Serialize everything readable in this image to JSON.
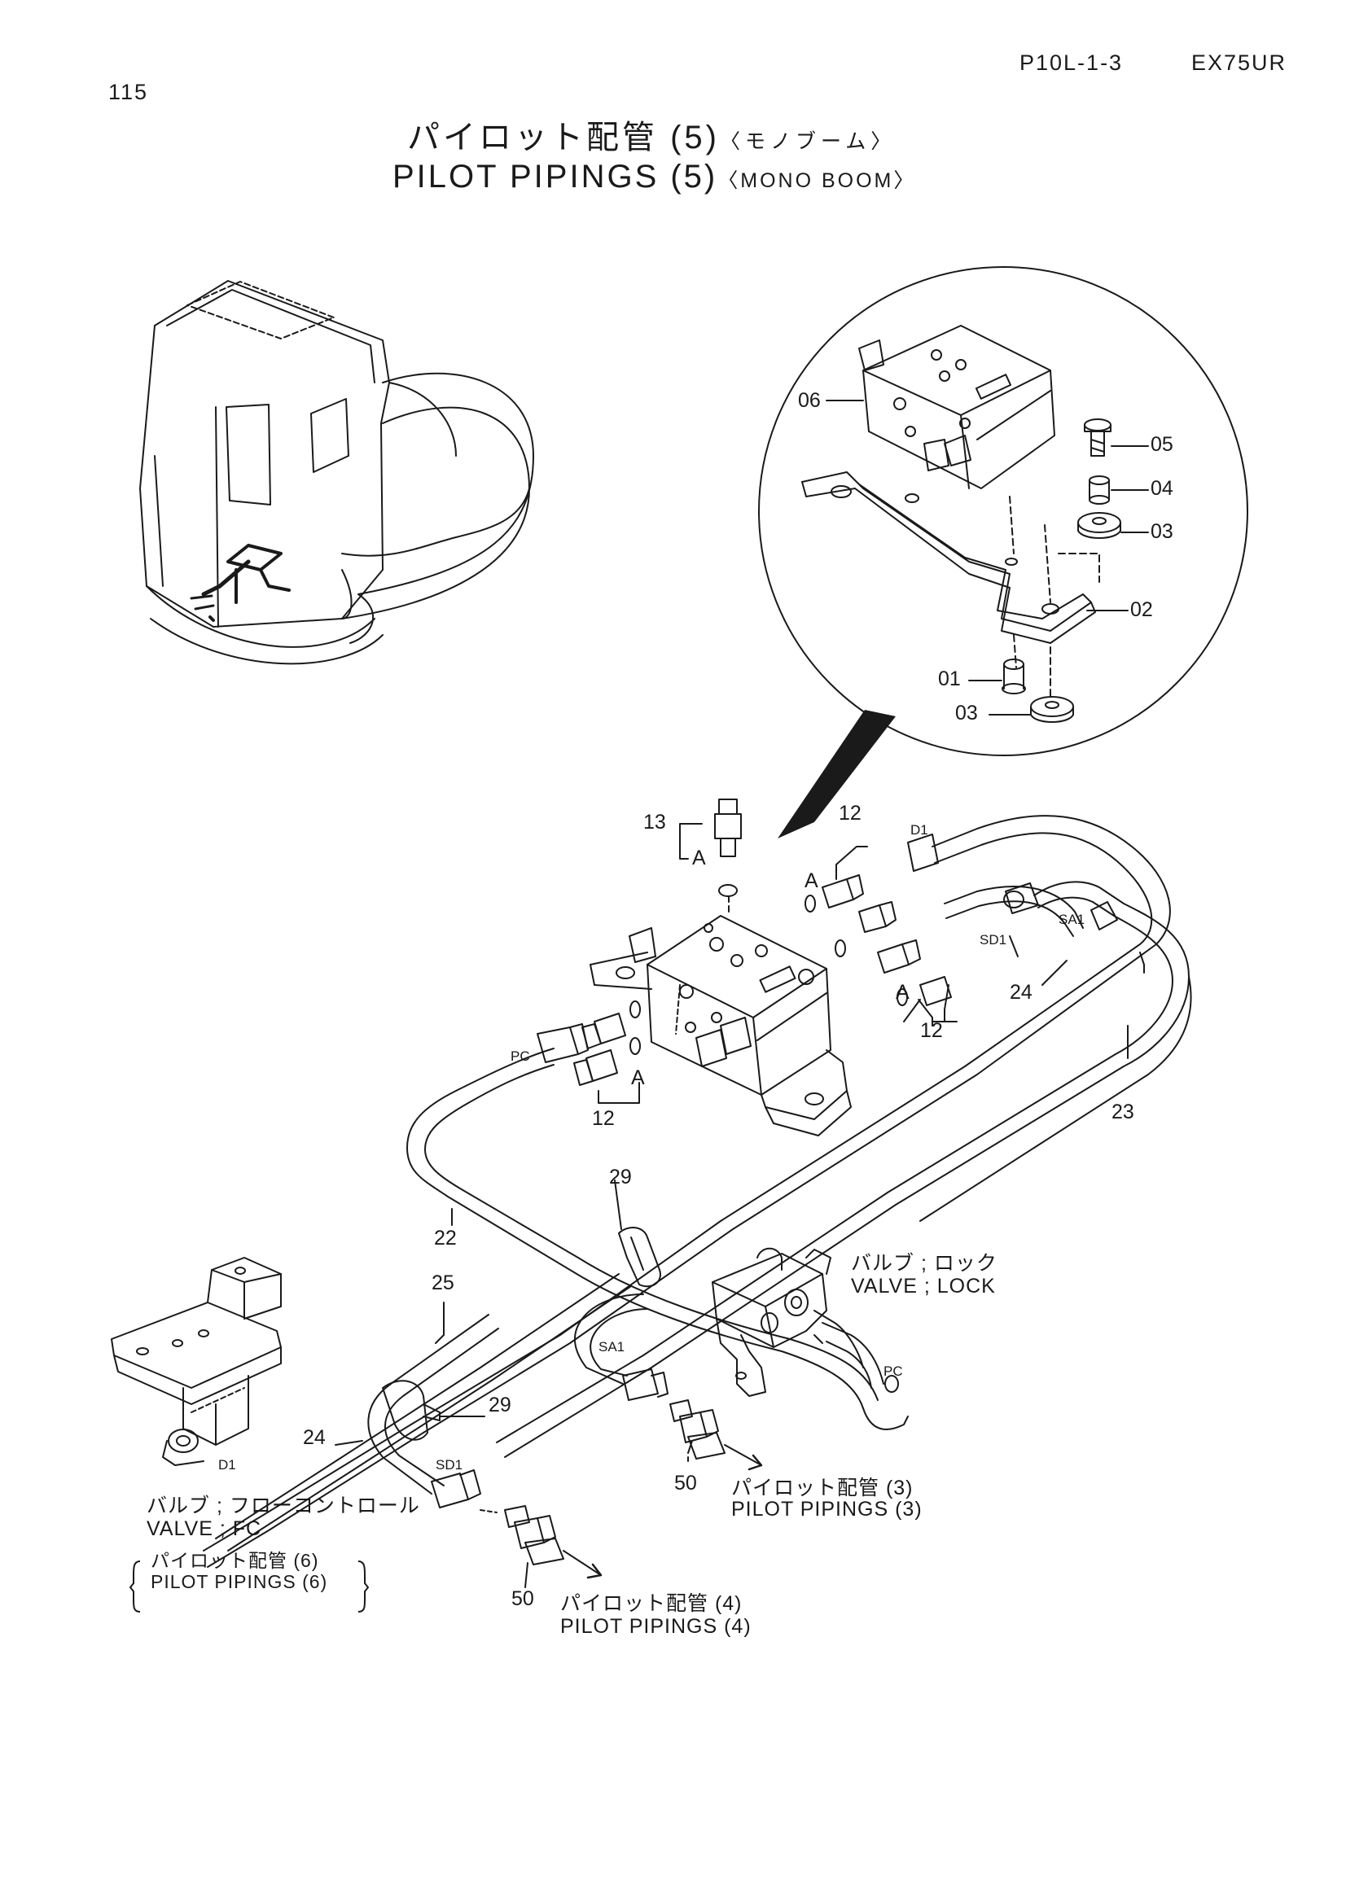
{
  "header": {
    "page_number": "115",
    "code": "P10L-1-3",
    "model": "EX75UR"
  },
  "title": {
    "jp": "パイロット配管 (5)",
    "jp_sub": "〈モノブーム〉",
    "en": "PILOT PIPINGS (5)",
    "en_sub": "〈MONO BOOM〉"
  },
  "callouts": {
    "p01": "01",
    "p02": "02",
    "p03a": "03",
    "p03b": "03",
    "p04": "04",
    "p05": "05",
    "p06": "06",
    "p12a": "12",
    "p12b": "12",
    "p12c": "12",
    "p13": "13",
    "p22": "22",
    "p23": "23",
    "p24a": "24",
    "p24b": "24",
    "p25": "25",
    "p29a": "29",
    "p29b": "29",
    "p50a": "50",
    "p50b": "50",
    "aA1": "A",
    "aA2": "A",
    "aA3": "A",
    "aA4": "A",
    "pD1a": "D1",
    "pD1b": "D1",
    "pSA1a": "SA1",
    "pSA1b": "SA1",
    "pSD1a": "SD1",
    "pSD1b": "SD1",
    "pPCa": "PC",
    "pPCb": "PC"
  },
  "references": {
    "valve_lock_jp": "バルブ ; ロック",
    "valve_lock_en": "VALVE ; LOCK",
    "valve_fc_jp": "バルブ ; フローコントロール",
    "valve_fc_en": "VALVE ; FC",
    "pipings6_jp": "パイロット配管 (6)",
    "pipings6_en": "PILOT PIPINGS (6)",
    "pipings3_jp": "パイロット配管 (3)",
    "pipings3_en": "PILOT PIPINGS (3)",
    "pipings4_jp": "パイロット配管 (4)",
    "pipings4_en": "PILOT PIPINGS (4)"
  }
}
